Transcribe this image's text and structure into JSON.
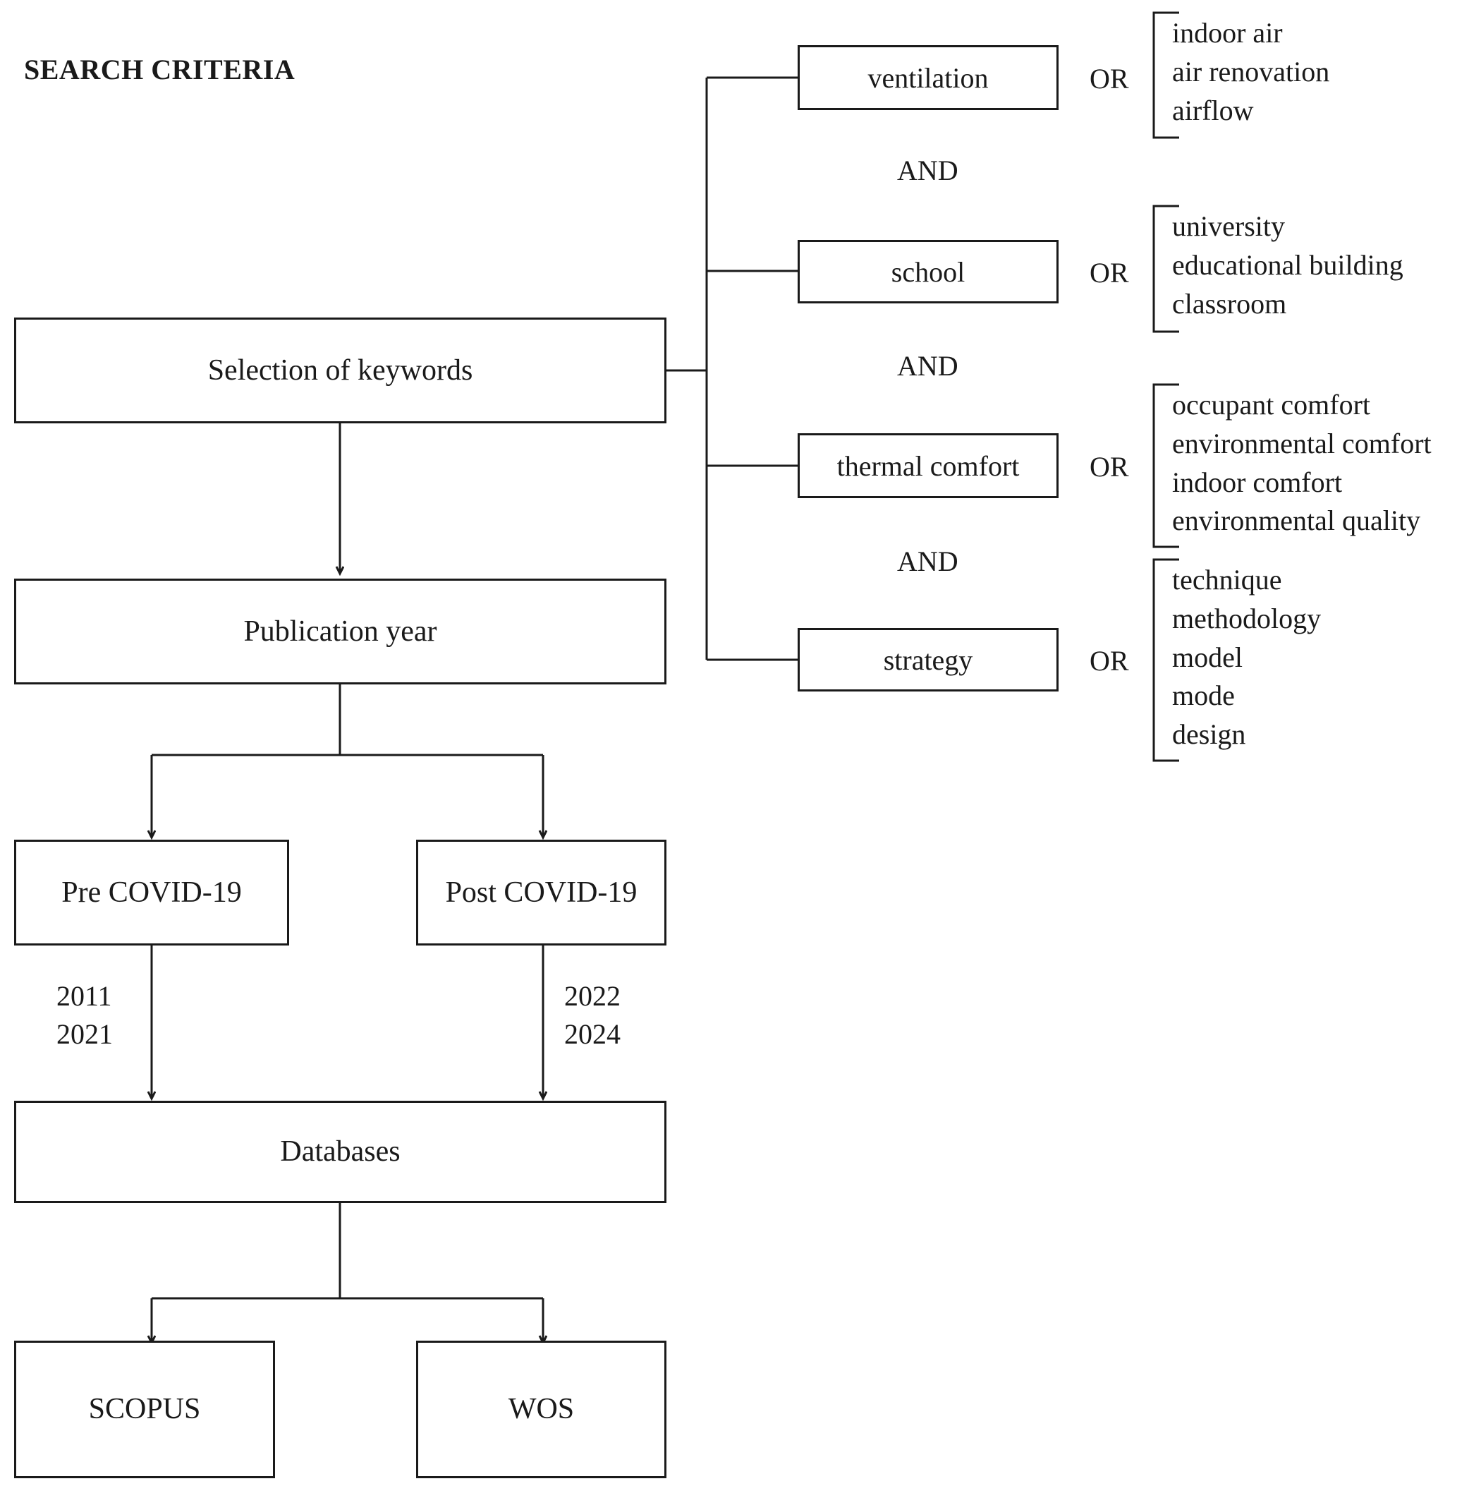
{
  "title": "SEARCH CRITERIA",
  "flow": {
    "nodes": [
      {
        "id": "keywords",
        "label": "Selection of keywords"
      },
      {
        "id": "pubyear",
        "label": "Publication year"
      },
      {
        "id": "pre",
        "label": "Pre COVID-19"
      },
      {
        "id": "post",
        "label": "Post COVID-19"
      },
      {
        "id": "databases",
        "label": "Databases"
      },
      {
        "id": "scopus",
        "label": "SCOPUS"
      },
      {
        "id": "wos",
        "label": "WOS"
      }
    ],
    "year_ranges": {
      "pre_from": "2011",
      "pre_to": "2021",
      "post_from": "2022",
      "post_to": "2024"
    }
  },
  "criteria": {
    "and_label": "AND",
    "or_label": "OR",
    "groups": [
      {
        "keyword": "ventilation",
        "synonyms": [
          "indoor air",
          "air renovation",
          "airflow"
        ]
      },
      {
        "keyword": "school",
        "synonyms": [
          "university",
          "educational building",
          "classroom"
        ]
      },
      {
        "keyword": "thermal comfort",
        "synonyms": [
          "occupant comfort",
          "environmental comfort",
          "indoor comfort",
          "environmental quality"
        ]
      },
      {
        "keyword": "strategy",
        "synonyms": [
          "technique",
          "methodology",
          "model",
          "mode",
          "design"
        ]
      }
    ]
  },
  "colors": {
    "ink": "#1a1a1a",
    "paper": "#ffffff"
  }
}
